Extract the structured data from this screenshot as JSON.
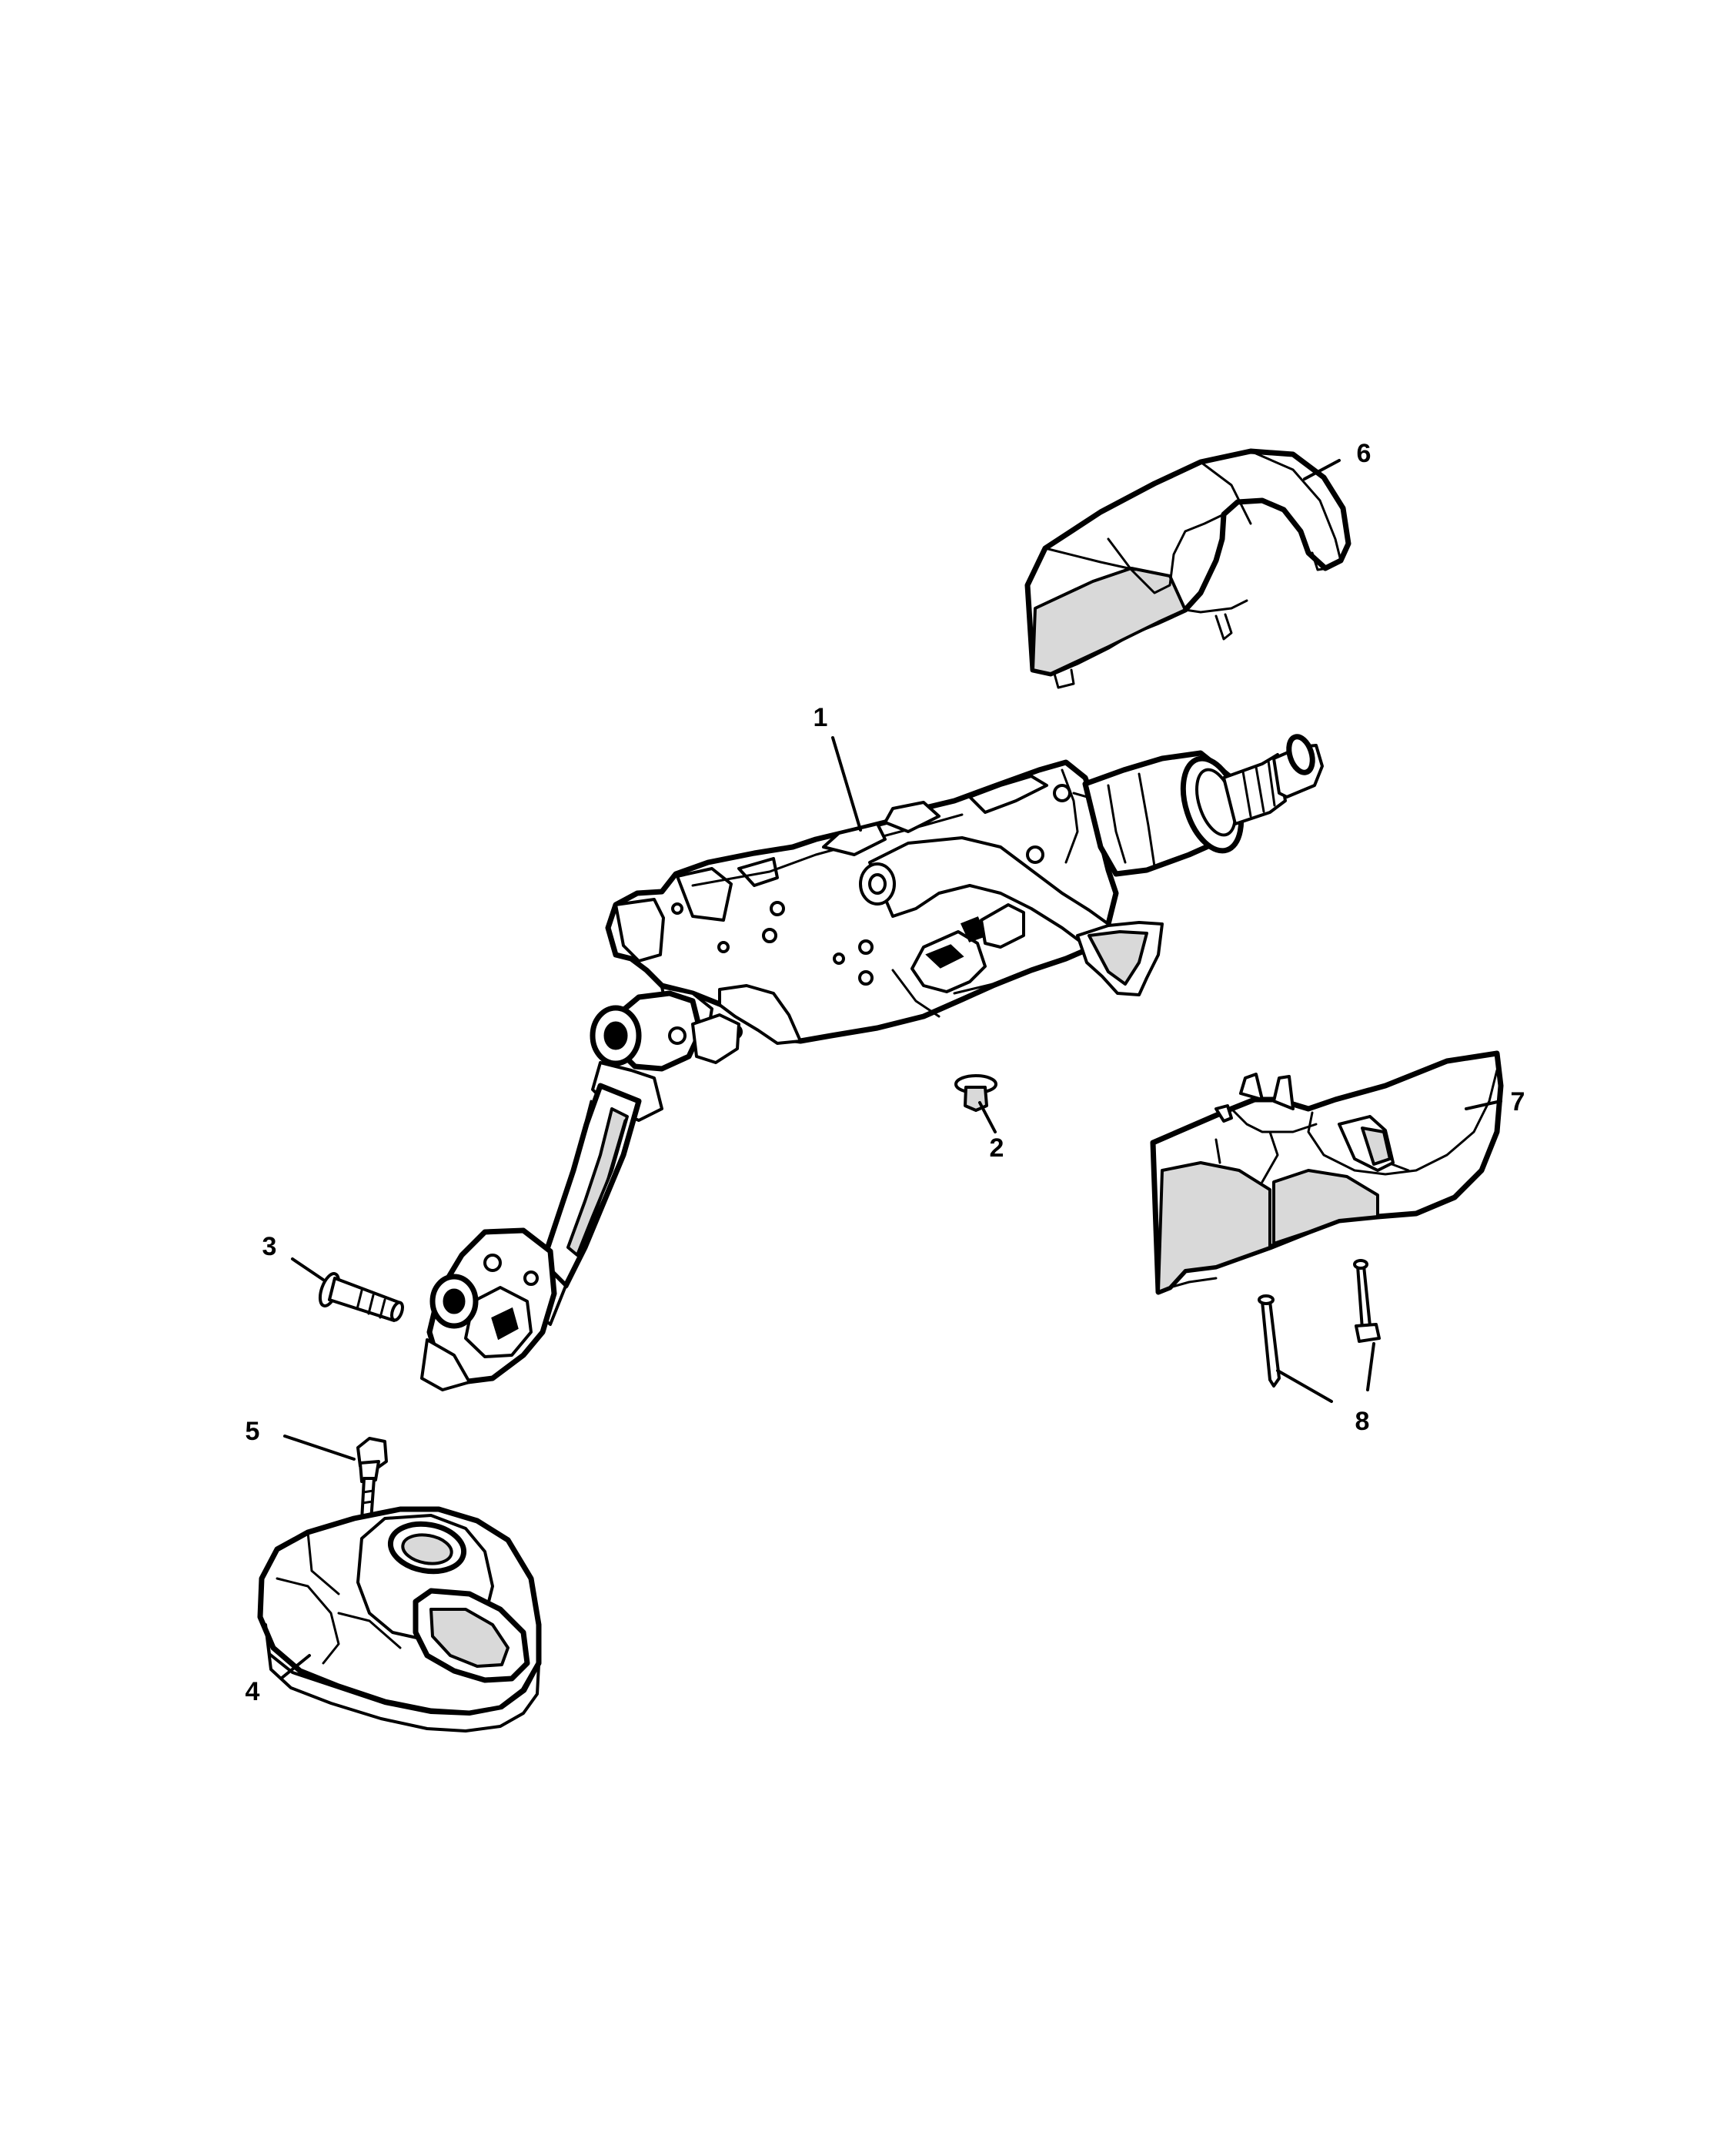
{
  "callouts": [
    {
      "id": "1",
      "label": "1",
      "part": "steering-column"
    },
    {
      "id": "2",
      "label": "2",
      "part": "plug"
    },
    {
      "id": "3",
      "label": "3",
      "part": "bolt"
    },
    {
      "id": "4",
      "label": "4",
      "part": "boot-seal"
    },
    {
      "id": "5",
      "label": "5",
      "part": "bolt"
    },
    {
      "id": "6",
      "label": "6",
      "part": "upper-shroud"
    },
    {
      "id": "7",
      "label": "7",
      "part": "lower-shroud"
    },
    {
      "id": "8",
      "label": "8",
      "part": "screws"
    }
  ]
}
